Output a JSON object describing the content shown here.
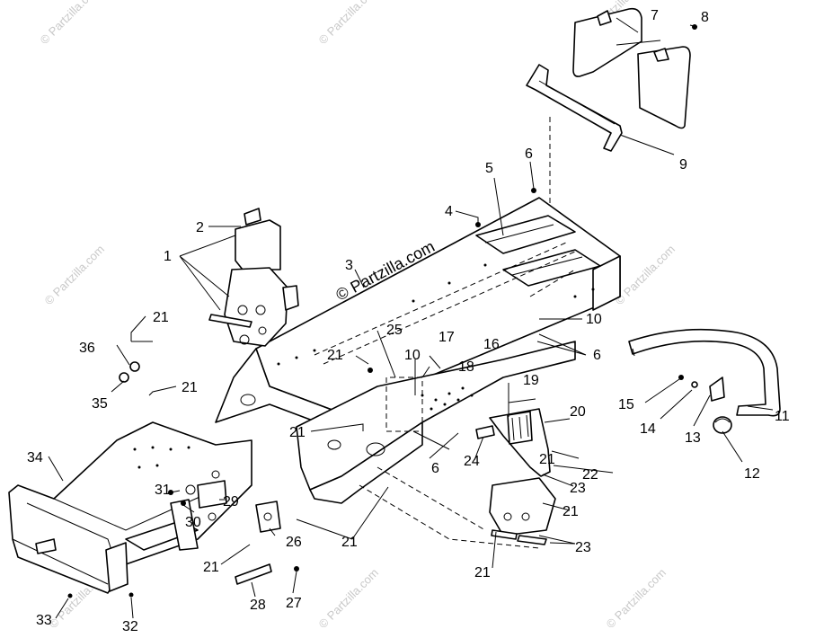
{
  "watermark_text": "© Partzilla.com",
  "center_watermark_text": "© Partzilla.com",
  "callouts": [
    "1",
    "2",
    "3",
    "4",
    "5",
    "6",
    "6",
    "6",
    "6",
    "7",
    "8",
    "9",
    "10",
    "10",
    "11",
    "12",
    "13",
    "14",
    "15",
    "16",
    "17",
    "18",
    "19",
    "20",
    "21",
    "21",
    "21",
    "21",
    "21",
    "21",
    "21",
    "21",
    "21",
    "21",
    "21",
    "22",
    "23",
    "23",
    "24",
    "25",
    "26",
    "27",
    "28",
    "29",
    "30",
    "31",
    "32",
    "33",
    "34",
    "35",
    "36"
  ]
}
